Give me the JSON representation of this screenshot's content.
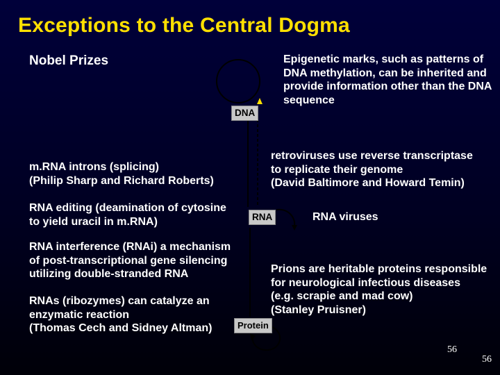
{
  "slide": {
    "title": "Exceptions to the Central Dogma",
    "nobel_heading": "Nobel Prizes",
    "epigenetic_text": "Epigenetic marks, such as patterns of\nDNA methylation, can be inherited and\nprovide information other than the DNA\nsequence",
    "dna_label": "DNA",
    "rna_label": "RNA",
    "protein_label": "Protein",
    "mrna_introns_text": "m.RNA introns (splicing)\n(Philip Sharp and Richard Roberts)",
    "rna_editing_text": "RNA editing (deamination of cytosine\nto yield uracil in m.RNA)",
    "rnai_text": "RNA interference (RNAi) a mechanism\nof post-transcriptional gene silencing\nutilizing double-stranded RNA",
    "ribozymes_text": "RNAs (ribozymes) can catalyze an\nenzymatic reaction\n(Thomas Cech and Sidney Altman)",
    "retrovirus_text": "retroviruses use reverse transcriptase\nto replicate their genome\n(David Baltimore and Howard Temin)",
    "rna_viruses_text": "RNA viruses",
    "prions_text": "Prions are heritable proteins responsible\nfor neurological infectious diseases\n(e.g. scrapie and mad cow)\n         (Stanley Pruisner)",
    "page_number_main": "56",
    "page_number_corner": "56"
  },
  "colors": {
    "title": "#ffe000",
    "text": "#ffffff",
    "node_fill": "#c8c8c8",
    "line": "#000000",
    "arrow_yellow": "#ffe000"
  }
}
